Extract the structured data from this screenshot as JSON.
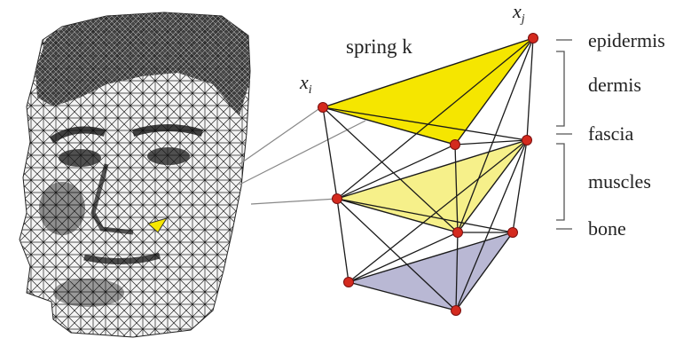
{
  "diagram": {
    "spring_label": "spring k",
    "node_label_i": "x",
    "node_label_i_sub": "i",
    "node_label_j": "x",
    "node_label_j_sub": "j",
    "layers": [
      "epidermis",
      "dermis",
      "fascia",
      "muscles",
      "bone"
    ]
  },
  "colors": {
    "top_triangle": "#f5e600",
    "middle_triangle": "#f6f08a",
    "bottom_triangle": "#b9b8d4",
    "node": "#d42a1e",
    "edge": "#1a1a1a"
  }
}
